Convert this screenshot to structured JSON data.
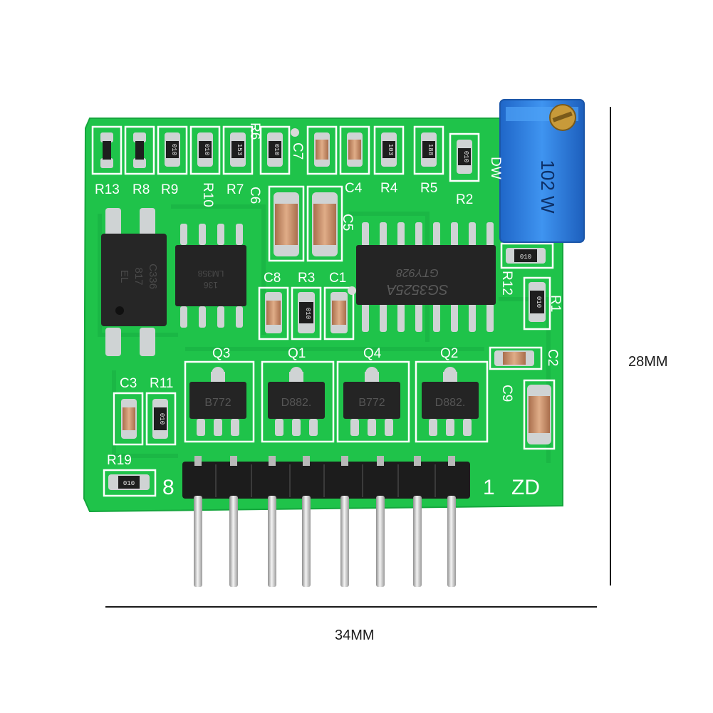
{
  "dimensions": {
    "width_label": "34MM",
    "height_label": "28MM"
  },
  "board": {
    "designators": {
      "R13": "R13",
      "R8": "R8",
      "R9": "R9",
      "R10": "R10",
      "R7": "R7",
      "R6": "R6",
      "C7": "C7",
      "C6": "C6",
      "C4": "C4",
      "R4": "R4",
      "R5": "R5",
      "R2": "R2",
      "DW": "DW",
      "C5": "C5",
      "C8": "C8",
      "R3": "R3",
      "C1": "C1",
      "R12": "R12",
      "R1": "R1",
      "C2": "C2",
      "C9": "C9",
      "Q3": "Q3",
      "Q1": "Q1",
      "Q4": "Q4",
      "Q2": "Q2",
      "C3": "C3",
      "R11": "R11",
      "R19": "R19",
      "pin8": "8",
      "pin1": "1",
      "ZD": "ZD"
    },
    "chips": {
      "opto_line1": "EL",
      "opto_line2": "817",
      "opto_line3": "C336",
      "opamp_line1": "LM358",
      "opamp_line2": "136",
      "pwm_line1": "SG3525A",
      "pwm_line2": "GTY928",
      "q3_mark": "B772",
      "q1_mark": "D882.",
      "q4_mark": "B772",
      "q2_mark": "D882.",
      "pot_mark": "102 W"
    },
    "smd_marks": {
      "r9": "010",
      "r10": "010",
      "r7": "153",
      "r6": "010",
      "r4": "103",
      "r5": "188",
      "r2": "010",
      "r3": "010",
      "r12": "010",
      "r1": "010",
      "r11": "010",
      "r19": "010"
    },
    "colors": {
      "pcb": "#1fc34a",
      "pcb_dark": "#17a83c",
      "silk": "#ffffff",
      "chip": "#222222",
      "pad": "#cfd3d4",
      "capacitor": "#c9906a",
      "pot_blue": "#2a7be0",
      "pin": "#c9c9c9"
    }
  }
}
